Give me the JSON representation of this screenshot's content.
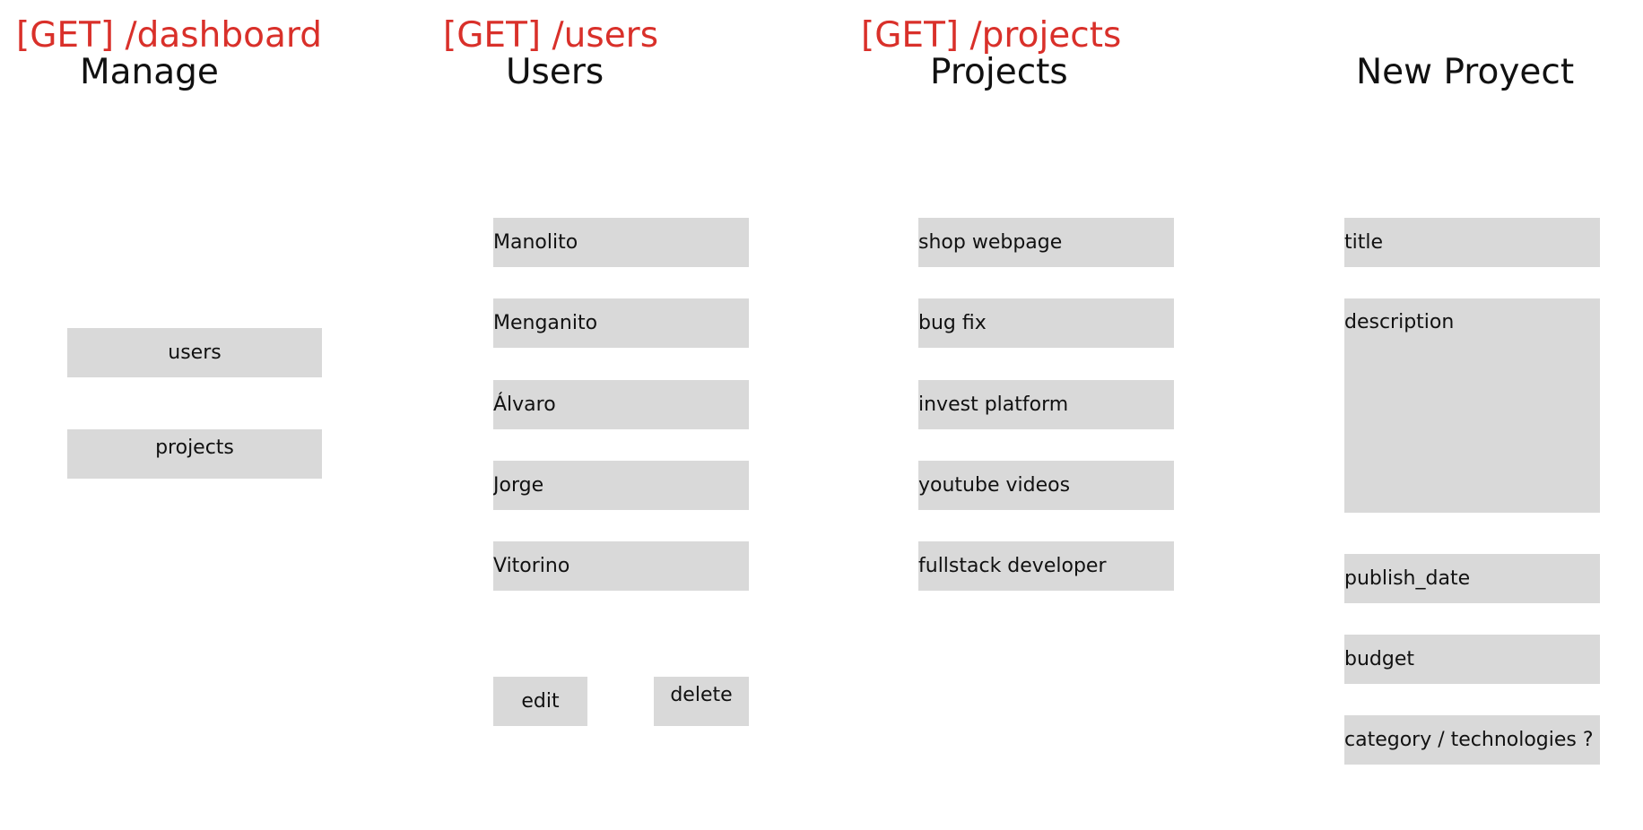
{
  "dashboard": {
    "route": "[GET] /dashboard",
    "title": "Manage",
    "buttons": [
      "users",
      "projects"
    ]
  },
  "users": {
    "route": "[GET] /users",
    "title": "Users",
    "items": [
      "Manolito",
      "Menganito",
      "Álvaro",
      "Jorge",
      "Vitorino"
    ],
    "actions": {
      "edit": "edit",
      "delete": "delete"
    }
  },
  "projects": {
    "route": "[GET] /projects",
    "title": "Projects",
    "items": [
      "shop webpage",
      "bug fix",
      "invest platform",
      "youtube videos",
      "fullstack developer"
    ]
  },
  "new_project": {
    "title": "New Proyect",
    "fields": [
      "title",
      "description",
      "publish_date",
      "budget",
      "category / technologies ?"
    ]
  },
  "colors": {
    "route": "#d9302a",
    "box": "#d9d9d9",
    "text": "#111111"
  }
}
